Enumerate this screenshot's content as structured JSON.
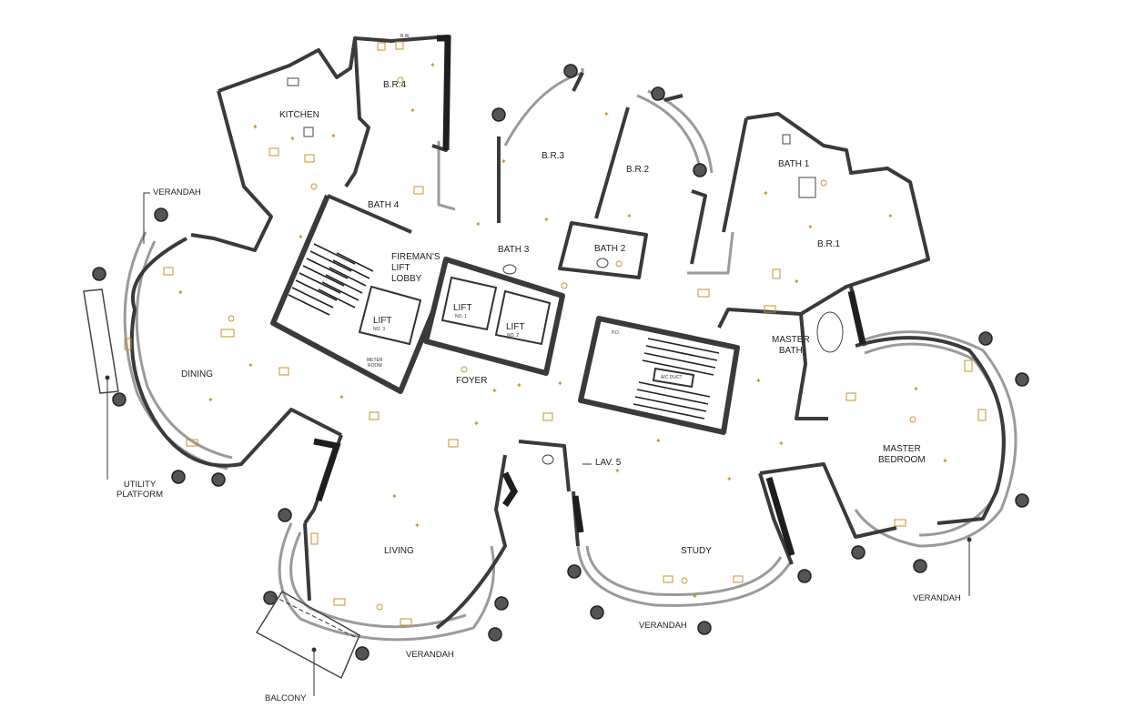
{
  "rooms": {
    "kitchen": "KITCHEN",
    "br4": "B.R.4",
    "br3": "B.R.3",
    "br2": "B.R.2",
    "bath1": "BATH 1",
    "br1": "B.R.1",
    "bath4": "BATH 4",
    "bath3": "BATH 3",
    "bath2": "BATH 2",
    "firemans_lift_lobby": "FIREMAN'S\nLIFT\nLOBBY",
    "lift3": "LIFT",
    "lift1": "LIFT",
    "lift2": "LIFT",
    "meter_room": "METER\nROOM",
    "foyer": "FOYER",
    "dining": "DINING",
    "master_bath": "MASTER\nBATH",
    "master_bedroom": "MASTER\nBEDROOM",
    "lav5": "LAV. 5",
    "living": "LIVING",
    "study": "STUDY",
    "ac_duct": "A/C DUCT",
    "pd": "P.D.",
    "bw": "B.W.",
    "lift_no3": "NO. 3",
    "lift_no1": "NO. 1",
    "lift_no2": "NO. 2"
  },
  "callouts": {
    "verandah_nw": "VERANDAH",
    "utility_platform": "UTILITY\nPLATFORM",
    "balcony": "BALCONY",
    "verandah_living": "VERANDAH",
    "verandah_study": "VERANDAH",
    "verandah_master": "VERANDAH"
  },
  "colors": {
    "wall": "#3a3a3a",
    "thin_line": "#555555",
    "fixture": "#c8922a",
    "verandah_rail": "#9a9a9a"
  }
}
